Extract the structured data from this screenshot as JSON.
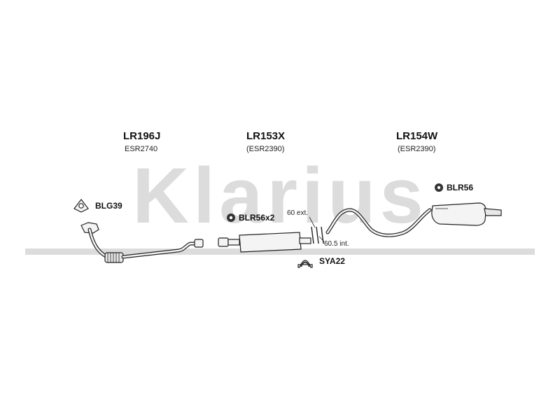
{
  "watermark": {
    "text": "Klarius",
    "color": "#dcdcdc"
  },
  "colors": {
    "line": "#222222",
    "fill": "#f4f4f4",
    "dark": "#333333"
  },
  "sections": [
    {
      "code": "LR196J",
      "oem": "ESR2740"
    },
    {
      "code": "LR153X",
      "oem": "(ESR2390)"
    },
    {
      "code": "LR154W",
      "oem": "(ESR2390)"
    }
  ],
  "accessories": {
    "gasket": "BLG39",
    "mount_pair": "BLR56x2",
    "mount_rear": "BLR56",
    "clamp": "SYA22"
  },
  "dimensions": {
    "ext": "60 ext.",
    "int": "60.5 int."
  }
}
